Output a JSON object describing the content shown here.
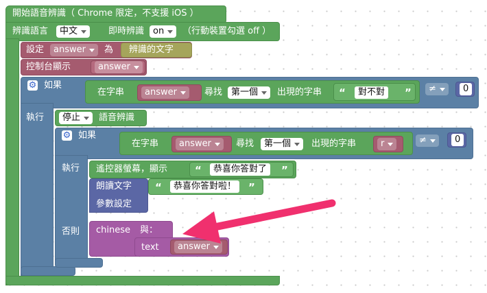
{
  "block_main": {
    "label": "開始語音辨識（ Chrome 限定，不支援 iOS ）",
    "lang_label": "辨識語言",
    "lang_value": "中文",
    "instant_label": "即時辨識",
    "instant_value": "on",
    "instant_note": "（行動裝置勾選 off ）"
  },
  "set_block": {
    "label": "設定",
    "var": "answer",
    "to": "為",
    "value": "辨識的文字"
  },
  "console_block": {
    "label": "控制台顯示",
    "var": "answer"
  },
  "if1": {
    "if_label": "如果",
    "in_string": "在字串",
    "var": "answer",
    "find": "尋找",
    "which": "第一個",
    "occur": "出現的字串",
    "text": "對不對",
    "op": "≠",
    "num": "0",
    "do_label": "執行"
  },
  "stop_block": {
    "value": "停止",
    "label": "語音辨識"
  },
  "if2": {
    "if_label": "如果",
    "in_string": "在字串",
    "var": "answer",
    "find": "尋找",
    "which": "第一個",
    "occur": "出現的字串",
    "var2": "r",
    "op": "≠",
    "num": "0",
    "do_label": "執行",
    "else_label": "否則"
  },
  "remote_block": {
    "label": "遙控器螢幕，顯示",
    "text": "恭喜你答對了"
  },
  "speak_block": {
    "label": "朗讀文字",
    "text": "恭喜你答對啦！"
  },
  "params_block": {
    "label": "參數設定"
  },
  "chinese_block": {
    "label": "chinese",
    "with": "與：",
    "text_label": "text",
    "var": "answer"
  },
  "quote_open": "“",
  "quote_close": "”",
  "colors": {
    "green": "#5ba55b",
    "blue": "#5b80a5",
    "purple": "#a55ba5",
    "maroon": "#a55b6f",
    "arrow": "#f0306e"
  },
  "icons": [
    "gear-icon",
    "dropdown-arrow-icon",
    "arrow-annotation"
  ]
}
